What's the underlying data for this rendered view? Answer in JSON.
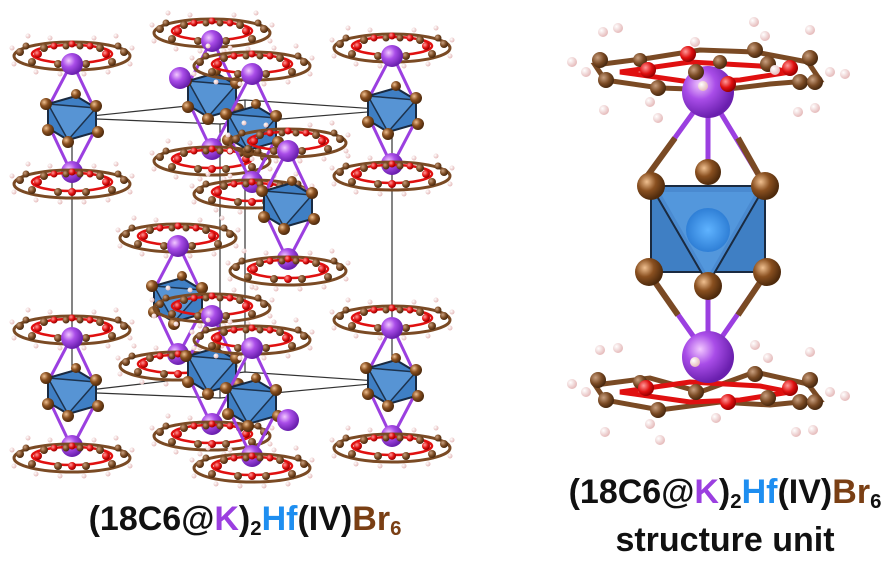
{
  "figure": {
    "left_panel": {
      "description": "crystal packing / unit cell",
      "caption": {
        "prefix": "(18C6@",
        "k": "K",
        "close": ")",
        "sub2": "2",
        "hf": "Hf",
        "ox": "(IV)",
        "br": "Br",
        "sub6": "6"
      }
    },
    "right_panel": {
      "description": "single structure unit",
      "caption": {
        "prefix": "(18C6@",
        "k": "K",
        "close": ")",
        "sub2": "2",
        "hf": "Hf",
        "ox": "(IV)",
        "br": "Br",
        "sub6": "6",
        "line2": "structure unit"
      }
    },
    "colors": {
      "potassium": "#9b3fe0",
      "hafnium": "#1e8ef0",
      "bromine": "#7a3f14",
      "octahedron": "#3f7fc4",
      "oxygen": "#e01010",
      "carbon": "#7a4a24",
      "hydrogen": "#f3dada"
    }
  }
}
